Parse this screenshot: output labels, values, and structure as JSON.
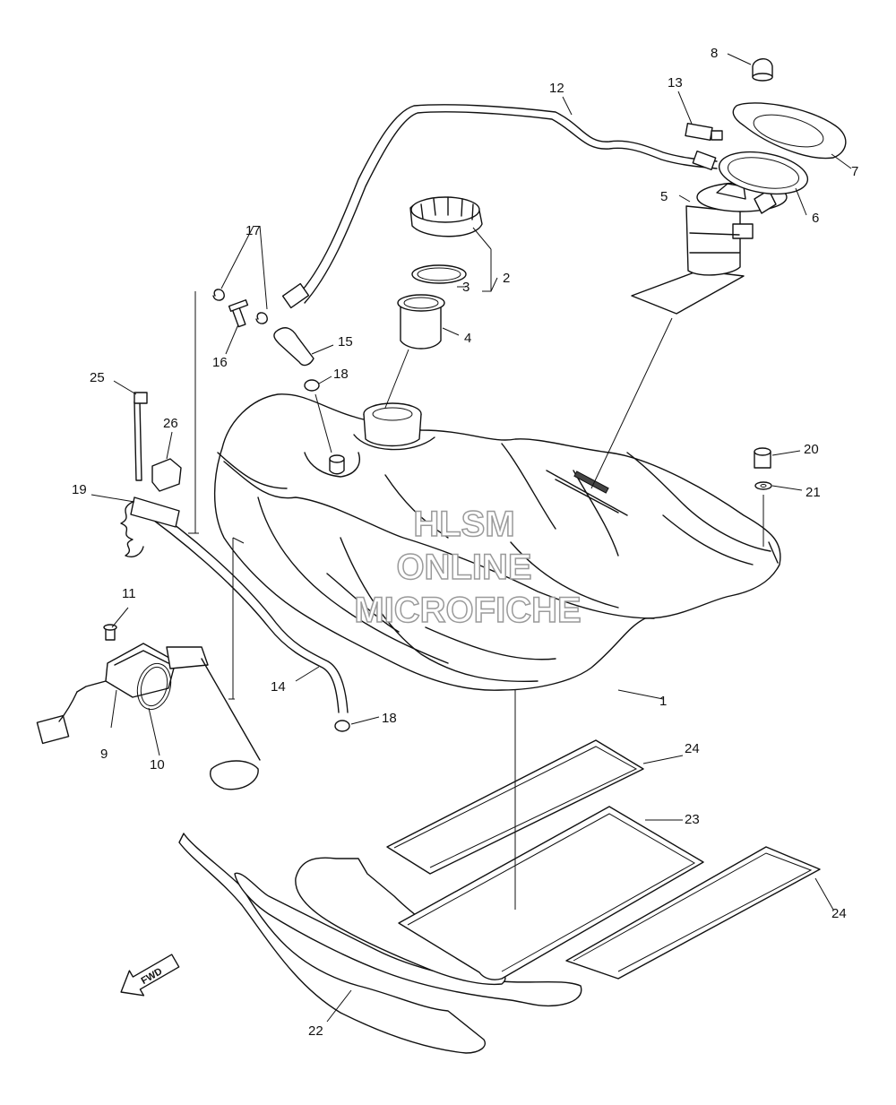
{
  "watermark": {
    "line1": "HLSM",
    "line2": "ONLINE",
    "line3": "MICROFICHE"
  },
  "fwd_arrow_label": "FWD",
  "callouts": [
    {
      "id": "c1",
      "number": "1"
    },
    {
      "id": "c2",
      "number": "2"
    },
    {
      "id": "c3",
      "number": "3"
    },
    {
      "id": "c4",
      "number": "4"
    },
    {
      "id": "c5",
      "number": "5"
    },
    {
      "id": "c6",
      "number": "6"
    },
    {
      "id": "c7",
      "number": "7"
    },
    {
      "id": "c8",
      "number": "8"
    },
    {
      "id": "c9",
      "number": "9"
    },
    {
      "id": "c10",
      "number": "10"
    },
    {
      "id": "c11",
      "number": "11"
    },
    {
      "id": "c12",
      "number": "12"
    },
    {
      "id": "c13",
      "number": "13"
    },
    {
      "id": "c14",
      "number": "14"
    },
    {
      "id": "c15",
      "number": "15"
    },
    {
      "id": "c16",
      "number": "16"
    },
    {
      "id": "c17",
      "number": "17"
    },
    {
      "id": "c18a",
      "number": "18"
    },
    {
      "id": "c18b",
      "number": "18"
    },
    {
      "id": "c19",
      "number": "19"
    },
    {
      "id": "c20",
      "number": "20"
    },
    {
      "id": "c21",
      "number": "21"
    },
    {
      "id": "c22",
      "number": "22"
    },
    {
      "id": "c23",
      "number": "23"
    },
    {
      "id": "c24a",
      "number": "24"
    },
    {
      "id": "c24b",
      "number": "24"
    },
    {
      "id": "c25",
      "number": "25"
    },
    {
      "id": "c26",
      "number": "26"
    }
  ]
}
